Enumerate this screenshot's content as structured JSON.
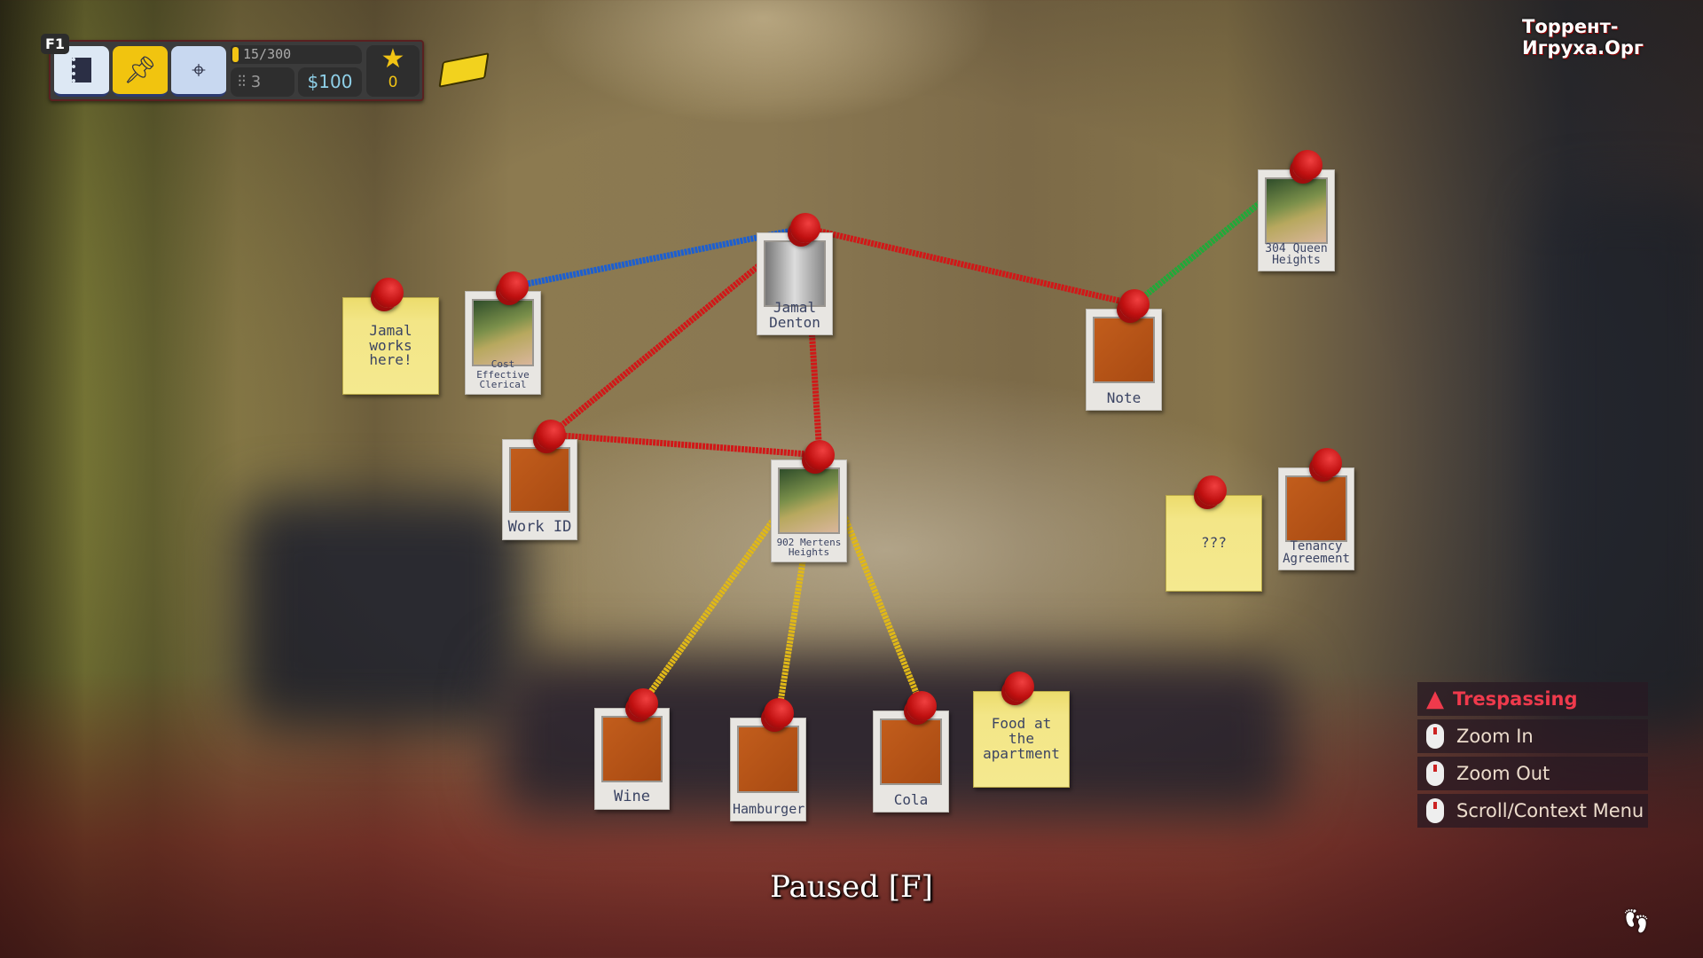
{
  "watermark": "Торрент-Игруха.Орг",
  "hud": {
    "hotkey": "F1",
    "buttons": [
      {
        "icon": "notebook-icon"
      },
      {
        "icon": "pushpin-icon",
        "active": true
      },
      {
        "icon": "map-icon"
      }
    ],
    "progress_text": "15/300",
    "progress_fraction": 0.05,
    "lockpicks": "3",
    "money": "$100",
    "stars": "0"
  },
  "board": {
    "items": [
      {
        "id": "jamal-note",
        "type": "sticky",
        "label": "Jamal works here!"
      },
      {
        "id": "cost-effective",
        "type": "photo",
        "image": "building",
        "label": "Cost Effective Clerical"
      },
      {
        "id": "jamal-denton",
        "type": "photo",
        "image": "silhouette",
        "label": "Jamal Denton"
      },
      {
        "id": "note",
        "type": "photo",
        "image": "item",
        "label": "Note"
      },
      {
        "id": "queen",
        "type": "photo",
        "image": "building",
        "label": "304 Queen Heights"
      },
      {
        "id": "work-id",
        "type": "photo",
        "image": "item",
        "label": "Work ID"
      },
      {
        "id": "mertens",
        "type": "photo",
        "image": "building",
        "label": "902 Mertens Heights"
      },
      {
        "id": "unknown",
        "type": "sticky",
        "label": "???"
      },
      {
        "id": "tenancy",
        "type": "photo",
        "image": "item",
        "label": "Tenancy Agreement"
      },
      {
        "id": "wine",
        "type": "photo",
        "image": "item",
        "label": "Wine"
      },
      {
        "id": "hamburger",
        "type": "photo",
        "image": "item",
        "label": "Hamburger"
      },
      {
        "id": "cola",
        "type": "photo",
        "image": "item",
        "label": "Cola"
      },
      {
        "id": "food",
        "type": "sticky",
        "label": "Food at the apartment"
      }
    ],
    "strings": [
      {
        "from": "jamal-denton",
        "to": "cost-effective",
        "color": "#1d5fd0"
      },
      {
        "from": "jamal-denton",
        "to": "note",
        "color": "#d01818"
      },
      {
        "from": "note",
        "to": "queen",
        "color": "#22a83a"
      },
      {
        "from": "jamal-denton",
        "to": "work-id",
        "color": "#d01818"
      },
      {
        "from": "jamal-denton",
        "to": "mertens",
        "color": "#d01818"
      },
      {
        "from": "work-id",
        "to": "mertens",
        "color": "#d01818"
      },
      {
        "from": "mertens",
        "to": "wine",
        "color": "#e0b818"
      },
      {
        "from": "mertens",
        "to": "hamburger",
        "color": "#e0b818"
      },
      {
        "from": "mertens",
        "to": "cola",
        "color": "#e0b818"
      }
    ]
  },
  "status": {
    "warning": "Trespassing",
    "warning_color": "#ef3a4c"
  },
  "controls": [
    {
      "label": "Zoom In"
    },
    {
      "label": "Zoom Out"
    },
    {
      "label": "Scroll/Context Menu"
    }
  ],
  "paused": "Paused [F]"
}
